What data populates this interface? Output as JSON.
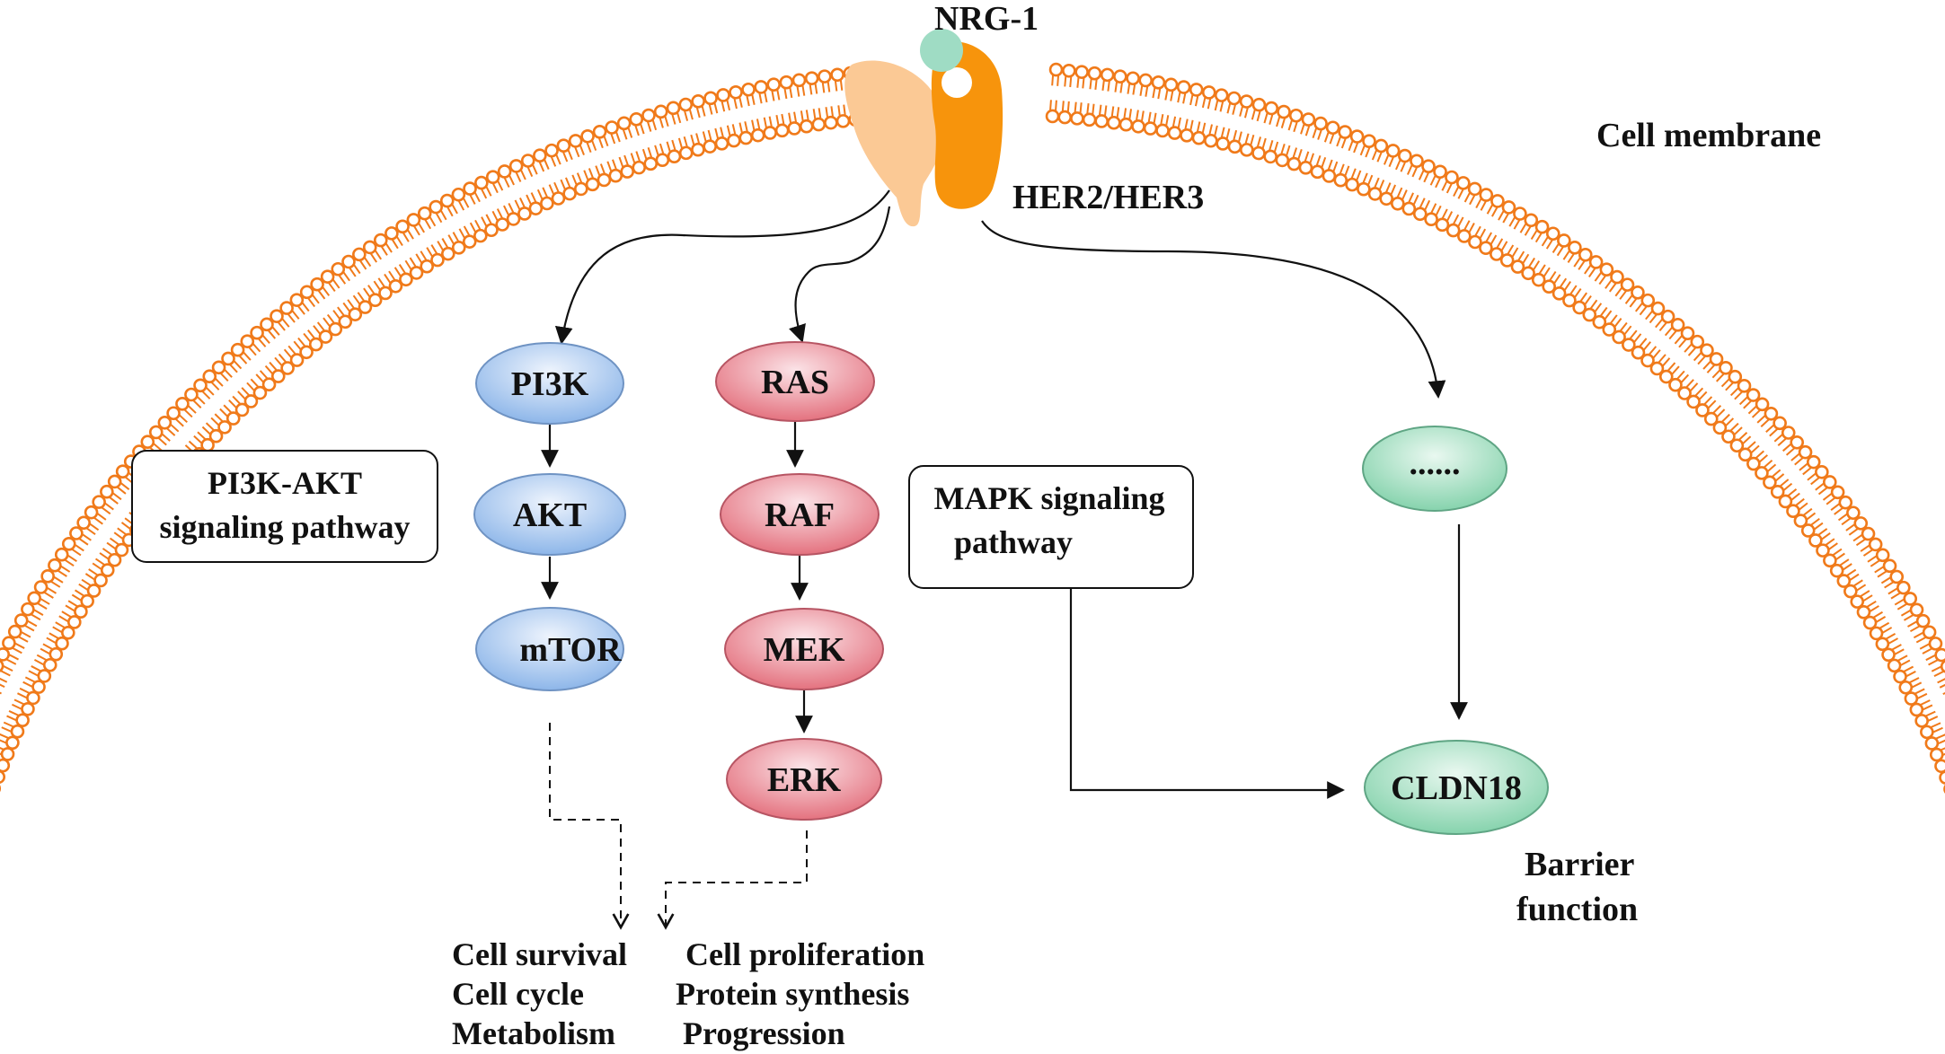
{
  "colors": {
    "membrane": "#f07a1a",
    "her_left": "#fbc995",
    "her_right": "#f7940c",
    "ligand": "#9fdcc4",
    "pi3k_node": "#9cc0ec",
    "mapk_node": "#e87f91",
    "cldn_node": "#8fd7b4",
    "arrow": "#111111"
  },
  "labels": {
    "ligand": "NRG-1",
    "receptor": "HER2/HER3",
    "membrane": "Cell membrane",
    "barrier_line1": "Barrier",
    "barrier_line2": "function"
  },
  "nodes": {
    "pi3k": "PI3K",
    "akt": "AKT",
    "mtor": "mTOR",
    "ras": "RAS",
    "raf": "RAF",
    "mek": "MEK",
    "erk": "ERK",
    "unknown": "......",
    "cldn18": "CLDN18"
  },
  "pathway_boxes": {
    "pi3k_akt_line1": "PI3K-AKT",
    "pi3k_akt_line2": "signaling pathway",
    "mapk_line1": "MAPK signaling",
    "mapk_line2": "pathway"
  },
  "outcomes": {
    "left": [
      "Cell survival",
      "Cell cycle",
      "Metabolism"
    ],
    "right": [
      "Cell proliferation",
      "Protein synthesis",
      "Progression"
    ]
  }
}
